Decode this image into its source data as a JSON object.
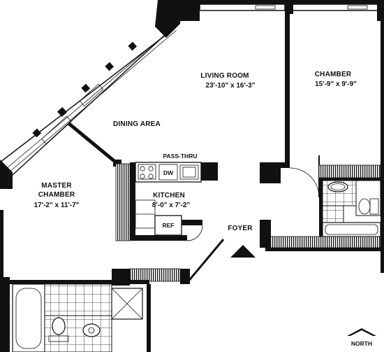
{
  "rooms": {
    "living_room": {
      "name": "LIVING ROOM",
      "dims": "23'-10\" x 16'-3\""
    },
    "chamber": {
      "name": "CHAMBER",
      "dims": "15'-9\" x 9'-9\""
    },
    "dining_area": {
      "name": "DINING AREA"
    },
    "master_chamber": {
      "name_line1": "MASTER",
      "name_line2": "CHAMBER",
      "dims": "17'-2\" x 11'-7\""
    },
    "kitchen": {
      "name": "KITCHEN",
      "dims": "8'-0\" x 7'-2\""
    },
    "foyer": {
      "name": "FOYER"
    }
  },
  "fixtures": {
    "pass_thru": "PASS-THRU",
    "dishwasher": "DW",
    "refrigerator": "REF"
  },
  "compass": {
    "label": "NORTH",
    "icon": "north-arrow-icon"
  }
}
